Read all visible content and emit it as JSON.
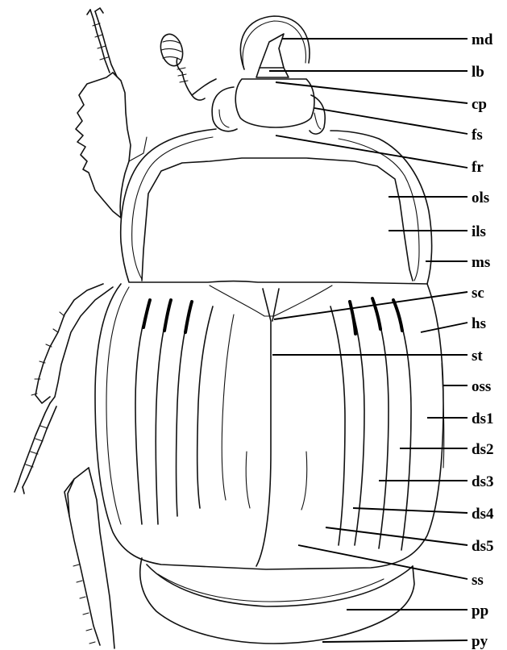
{
  "labels": {
    "md": "md",
    "lb": "lb",
    "cp": "cp",
    "fs": "fs",
    "fr": "fr",
    "ols": "ols",
    "ils": "ils",
    "ms": "ms",
    "sc": "sc",
    "hs": "hs",
    "st": "st",
    "oss": "oss",
    "ds1": "ds1",
    "ds2": "ds2",
    "ds3": "ds3",
    "ds4": "ds4",
    "ds5": "ds5",
    "ss": "ss",
    "pp": "pp",
    "py": "py"
  },
  "colors": {
    "ink": "#111111",
    "background": "#ffffff"
  }
}
